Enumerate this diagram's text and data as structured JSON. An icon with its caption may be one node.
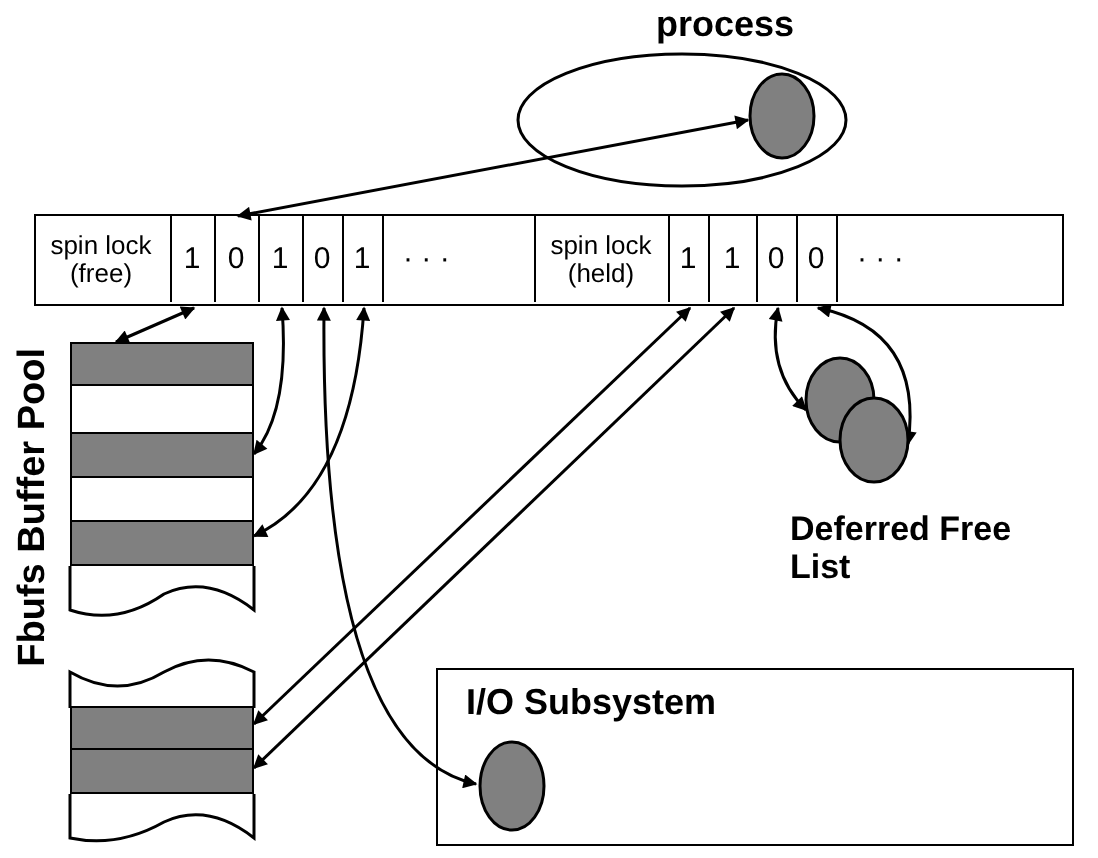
{
  "diagram": {
    "nodes": [
      {
        "text": [
          "process"
        ]
      },
      {
        "text": [],
        "shape": "circle",
        "in": 0
      },
      {
        "text": [],
        "shape": "bar"
      },
      {
        "text": [
          "spin lock (free)"
        ],
        "in": 2
      },
      {
        "text": [
          "1"
        ],
        "in": 2
      },
      {
        "text": [
          "0"
        ],
        "in": 2
      },
      {
        "text": [
          "1"
        ],
        "in": 2
      },
      {
        "text": [
          "0"
        ],
        "in": 2
      },
      {
        "text": [
          "1"
        ],
        "in": 2
      },
      {
        "text": [
          "· · ·"
        ],
        "in": 2
      },
      {
        "text": [
          "spin lock (held)"
        ],
        "in": 2
      },
      {
        "text": [
          "1"
        ],
        "in": 2
      },
      {
        "text": [
          "1"
        ],
        "in": 2
      },
      {
        "text": [
          "0"
        ],
        "in": 2
      },
      {
        "text": [
          "0"
        ],
        "in": 2
      },
      {
        "text": [
          "· · ·"
        ],
        "in": 2
      },
      {
        "text": [
          "Fbufs Buffer Pool"
        ]
      },
      {
        "text": [],
        "shape": "bar",
        "in": 16
      },
      {
        "text": [],
        "shape": "bar",
        "in": 16
      },
      {
        "text": [],
        "shape": "bar",
        "in": 16
      },
      {
        "text": [],
        "shape": "bar",
        "in": 16
      },
      {
        "text": [],
        "shape": "bar",
        "in": 16
      },
      {
        "text": [],
        "shape": "bar",
        "in": 16
      },
      {
        "text": [],
        "shape": "bar",
        "in": 16
      },
      {
        "text": [],
        "shape": "circle"
      },
      {
        "text": [],
        "shape": "circle"
      },
      {
        "text": [
          "I/O Subsystem"
        ]
      },
      {
        "text": [],
        "shape": "circle",
        "in": 26
      }
    ],
    "edges": [
      {
        "from": 1,
        "to": 5,
        "arrow": "both"
      },
      {
        "from": 4,
        "to": 17,
        "arrow": "both"
      },
      {
        "from": 6,
        "to": 19,
        "arrow": "both"
      },
      {
        "from": 8,
        "to": 21,
        "arrow": "both"
      },
      {
        "from": 7,
        "to": 27,
        "arrow": "both"
      },
      {
        "from": 11,
        "to": 22,
        "arrow": "both"
      },
      {
        "from": 12,
        "to": 23,
        "arrow": "both"
      },
      {
        "from": 13,
        "to": 24,
        "arrow": "both"
      },
      {
        "from": 14,
        "to": 25,
        "arrow": "both"
      }
    ],
    "labels": [
      "Deferred Free List"
    ]
  }
}
